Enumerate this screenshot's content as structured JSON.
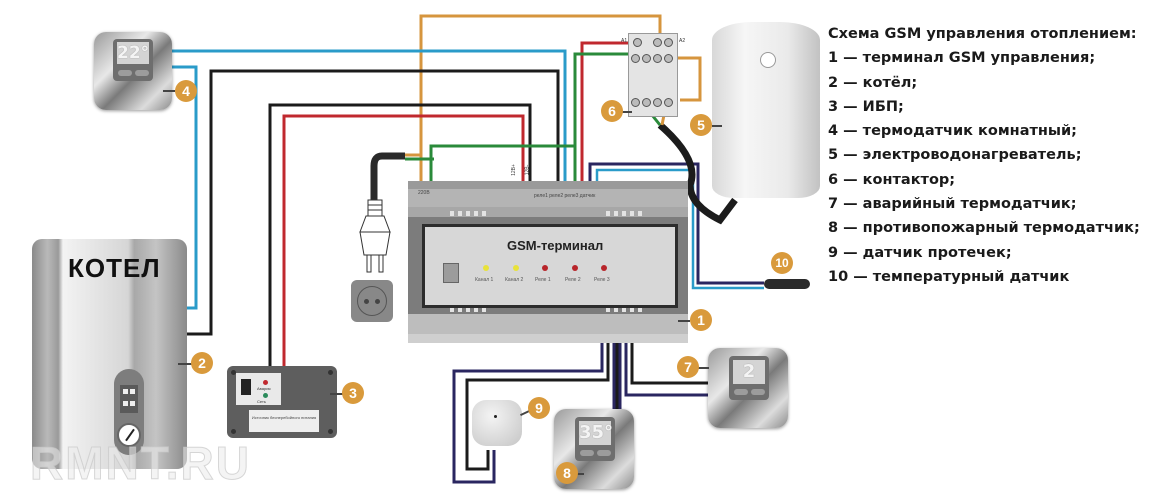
{
  "legend": {
    "title": "Схема GSM управления отоплением:",
    "items": [
      "1 — терминал GSM управления;",
      "2 — котёл;",
      "3 — ИБП;",
      "4 — термодатчик комнатный;",
      "5 — электроводонагреватель;",
      "6 — контактор;",
      "7 — аварийный термодатчик;",
      "8 — противопожарный термодатчик;",
      "9 — датчик протечек;",
      "10 — температурный датчик"
    ]
  },
  "badges": [
    "1",
    "2",
    "3",
    "4",
    "5",
    "6",
    "7",
    "8",
    "9",
    "10"
  ],
  "boiler": {
    "label": "КОТЕЛ"
  },
  "gsm_terminal": {
    "title": "GSM-терминал",
    "indicators": [
      {
        "label": "Канал 1",
        "color": "#e8e23a"
      },
      {
        "label": "Канал 2",
        "color": "#e8e23a"
      },
      {
        "label": "Реле 1",
        "color": "#b8252a"
      },
      {
        "label": "Реле 2",
        "color": "#b8252a"
      },
      {
        "label": "Реле 3",
        "color": "#b8252a"
      }
    ],
    "terminal_labels": {
      "power": "220В",
      "plus": "12В+",
      "minus": "12В-",
      "outputs": "реле1 реле2 реле3 датчик"
    }
  },
  "ups": {
    "alarm_label": "Авария",
    "mains_label": "Сеть",
    "plate": "Источник бесперебойного питания"
  },
  "contactor": {
    "a1": "A1",
    "a2": "A2"
  },
  "thermostats": {
    "room": "22°",
    "emergency": "2",
    "fire": "35°"
  },
  "watermark": "RMNT.RU",
  "colors": {
    "badge": "#d99a3c",
    "wire_blue": "#2a9bc9",
    "wire_black": "#1b1b1b",
    "wire_red": "#c0282e",
    "wire_green": "#2a8a3a",
    "wire_orange": "#d6953e",
    "wire_navy": "#2a2660"
  }
}
